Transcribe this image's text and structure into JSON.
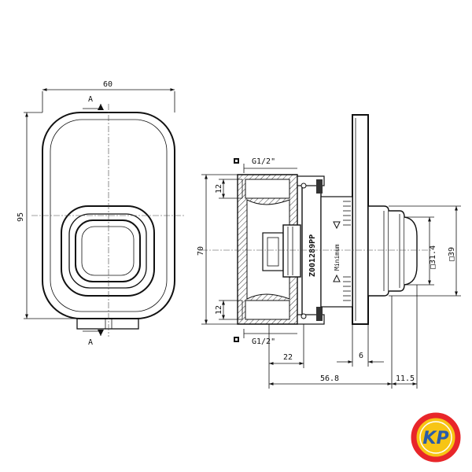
{
  "front_view": {
    "width_label": "60",
    "height_label": "95",
    "section_top": "A",
    "section_bottom": "A"
  },
  "side_view": {
    "thread_top": "G1/2\"",
    "thread_bottom": "G1/2\"",
    "offset_top": "12",
    "offset_bottom": "12",
    "height_label": "70",
    "dim_22": "22",
    "dim_6": "6",
    "dim_56_8": "56.8",
    "dim_11_5": "11.5",
    "square_31_4": "□31.4",
    "square_39": "□39",
    "part_number": "Z001289PP",
    "minimum_label": "Minimum"
  },
  "logo": {
    "text": "KP",
    "colors": {
      "ring": "#e8262a",
      "fill": "#f7c514",
      "text": "#2a5ca8"
    }
  }
}
